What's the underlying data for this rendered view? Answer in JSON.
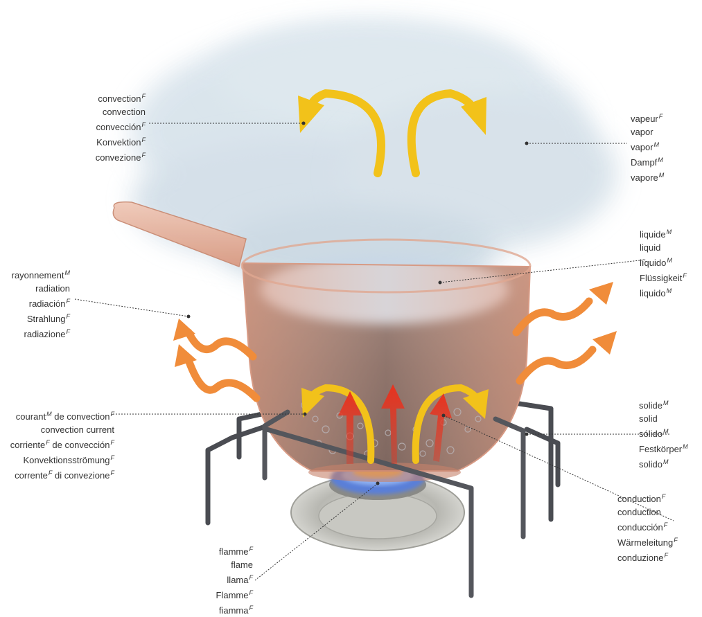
{
  "labels": {
    "convection": [
      "convection|F",
      "convection|",
      "convección|F",
      "Konvektion|F",
      "convezione|F"
    ],
    "vapor": [
      "vapeur|F",
      "vapor|",
      "vapor|M",
      "Dampf|M",
      "vapore|M"
    ],
    "liquid": [
      "liquide|M",
      "liquid|",
      "líquido|M",
      "Flüssigkeit|F",
      "liquido|M"
    ],
    "radiation": [
      "rayonnement|M",
      "radiation|",
      "radiación|F",
      "Strahlung|F",
      "radiazione|F"
    ],
    "convection_current": [
      "courant|M| de convection|F",
      "convection current|",
      "corriente|F| de convección|F",
      "Konvektionsströmung|F",
      "corrente|F| di convezione|F"
    ],
    "solid": [
      "solide|M",
      "solid|",
      "sólido|M",
      "Festkörper|M",
      "solido|M"
    ],
    "conduction": [
      "conduction|F",
      "conduction|",
      "conducción|F",
      "Wärmeleitung|F",
      "conduzione|F"
    ],
    "flame": [
      "flamme|F",
      "flame|",
      "llama|F",
      "Flamme|F",
      "fiamma|F"
    ]
  },
  "colors": {
    "vapor": "#cfdde8",
    "convection_arrow": "#f2c21a",
    "radiation_arrow": "#f08c3a",
    "heat_arrow": "#e8321e",
    "pan": "#e9b9a4",
    "liquid": "#5a4540",
    "burner_flame": "#5a7fd8",
    "stand": "#4a4c52"
  },
  "icons": [
    "convection-arrow-icon",
    "radiation-wave-icon",
    "heat-arrow-icon",
    "flame-icon"
  ]
}
